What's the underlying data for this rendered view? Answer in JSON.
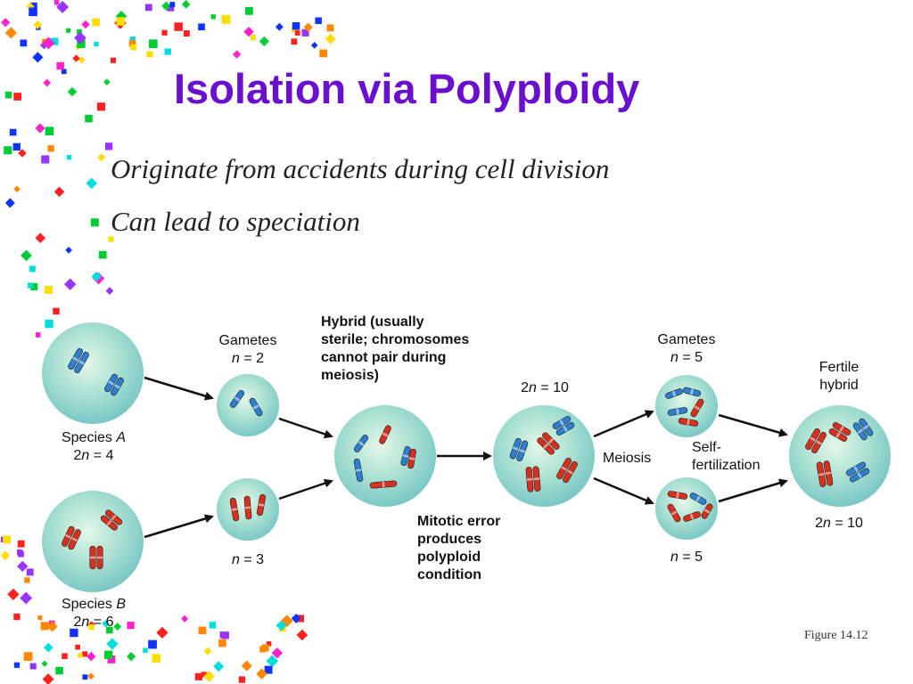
{
  "slide": {
    "title": "Isolation via Polyploidy",
    "bullets": [
      "Originate from accidents during cell division",
      "Can lead to speciation"
    ],
    "figure_ref": "Figure 14.12"
  },
  "diagram": {
    "gametes_a": {
      "title": "Gametes",
      "var": "n",
      "value": "= 2"
    },
    "gametes_b": {
      "var": "n",
      "value": "= 3"
    },
    "species_a": {
      "label": "Species",
      "letter": "A",
      "ploidy_pre": "2",
      "var": "n",
      "value": "= 4"
    },
    "species_b": {
      "label": "Species",
      "letter": "B",
      "ploidy_pre": "2",
      "var": "n",
      "value": "= 6"
    },
    "hybrid": {
      "lines": [
        "Hybrid (usually",
        "sterile; chromosomes",
        "cannot pair during",
        "meiosis)"
      ]
    },
    "polyploid": {
      "ploidy_pre": "2",
      "var": "n",
      "value": "= 10"
    },
    "mitotic": {
      "lines": [
        "Mitotic error",
        "produces",
        "polyploid",
        "condition"
      ]
    },
    "meiosis": "Meiosis",
    "gametes_c": {
      "title": "Gametes",
      "var": "n",
      "value": "= 5"
    },
    "gametes_d": {
      "var": "n",
      "value": "= 5"
    },
    "self_fert": {
      "lines": [
        "Self-",
        "fertilization"
      ]
    },
    "fertile_hybrid": {
      "lines": [
        "Fertile",
        "hybrid"
      ]
    },
    "final": {
      "ploidy_pre": "2",
      "var": "n",
      "value": "= 10"
    }
  },
  "colors": {
    "title": "#6a0fd0",
    "blue_chromosome": "#2f7fd0",
    "red_chromosome": "#d8301f",
    "cell_fill": "#9fdad0",
    "arrow": "#111111"
  }
}
